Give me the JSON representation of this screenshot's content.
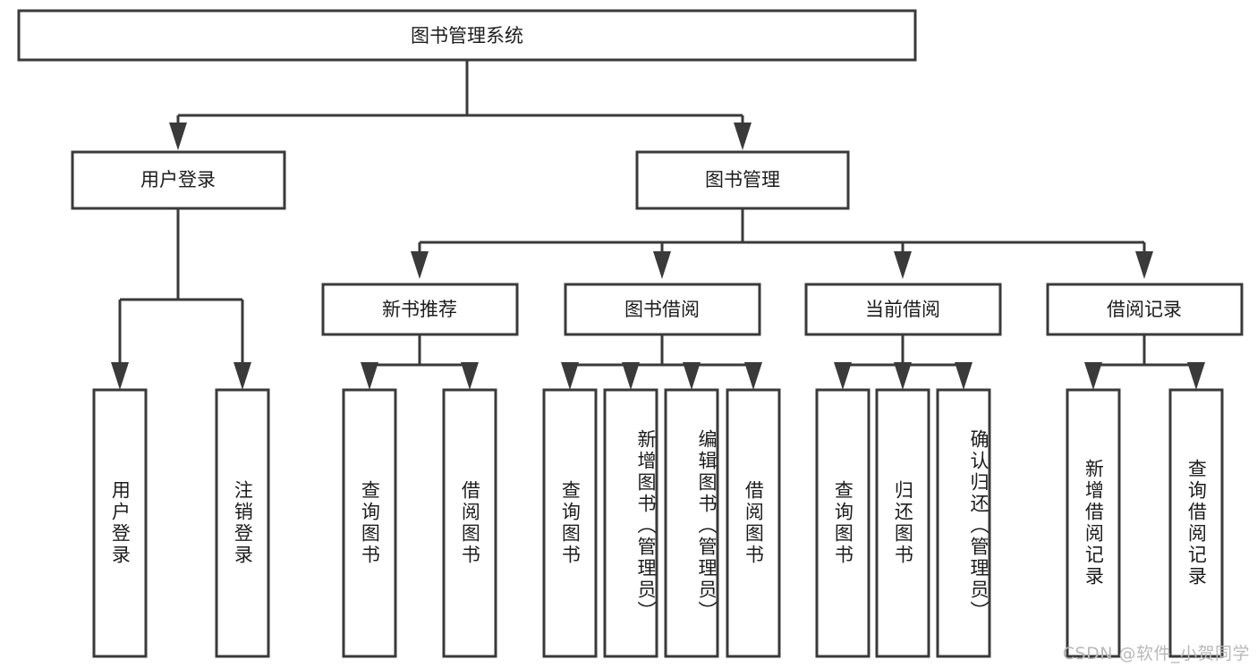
{
  "diagram": {
    "title": "图书管理系统",
    "type": "hierarchy-tree",
    "root": {
      "id": "root",
      "label": "图书管理系统"
    },
    "level2": [
      {
        "id": "user-login",
        "label": "用户登录"
      },
      {
        "id": "book-manage",
        "label": "图书管理"
      }
    ],
    "level3": [
      {
        "id": "new-book-recommend",
        "label": "新书推荐",
        "parent": "book-manage"
      },
      {
        "id": "book-borrow",
        "label": "图书借阅",
        "parent": "book-manage"
      },
      {
        "id": "current-borrow",
        "label": "当前借阅",
        "parent": "book-manage"
      },
      {
        "id": "borrow-record",
        "label": "借阅记录",
        "parent": "book-manage"
      }
    ],
    "leaves": [
      {
        "id": "leaf-user-login",
        "label": "用户登录",
        "parent": "user-login"
      },
      {
        "id": "leaf-logout-login",
        "label": "注销登录",
        "parent": "user-login"
      },
      {
        "id": "leaf-query-book-1",
        "label": "查询图书",
        "parent": "new-book-recommend"
      },
      {
        "id": "leaf-borrow-book-1",
        "label": "借阅图书",
        "parent": "new-book-recommend"
      },
      {
        "id": "leaf-query-book-2",
        "label": "查询图书",
        "parent": "book-borrow"
      },
      {
        "id": "leaf-add-book",
        "label": "新增图书（管理员）",
        "parent": "book-borrow"
      },
      {
        "id": "leaf-edit-book",
        "label": "编辑图书（管理员）",
        "parent": "book-borrow"
      },
      {
        "id": "leaf-borrow-book-2",
        "label": "借阅图书",
        "parent": "book-borrow"
      },
      {
        "id": "leaf-query-book-3",
        "label": "查询图书",
        "parent": "current-borrow"
      },
      {
        "id": "leaf-return-book",
        "label": "归还图书",
        "parent": "current-borrow"
      },
      {
        "id": "leaf-confirm-return",
        "label": "确认归还（管理员）",
        "parent": "current-borrow"
      },
      {
        "id": "leaf-add-borrow-record",
        "label": "新增借阅记录",
        "parent": "borrow-record"
      },
      {
        "id": "leaf-query-borrow-record",
        "label": "查询借阅记录",
        "parent": "borrow-record"
      }
    ],
    "colors": {
      "stroke": "#3a3a3a",
      "fill": "#ffffff",
      "text": "#1c1c1c",
      "watermark": "#b9b9b9"
    }
  },
  "watermark": {
    "text": "CSDN @软件_小贺同学"
  }
}
